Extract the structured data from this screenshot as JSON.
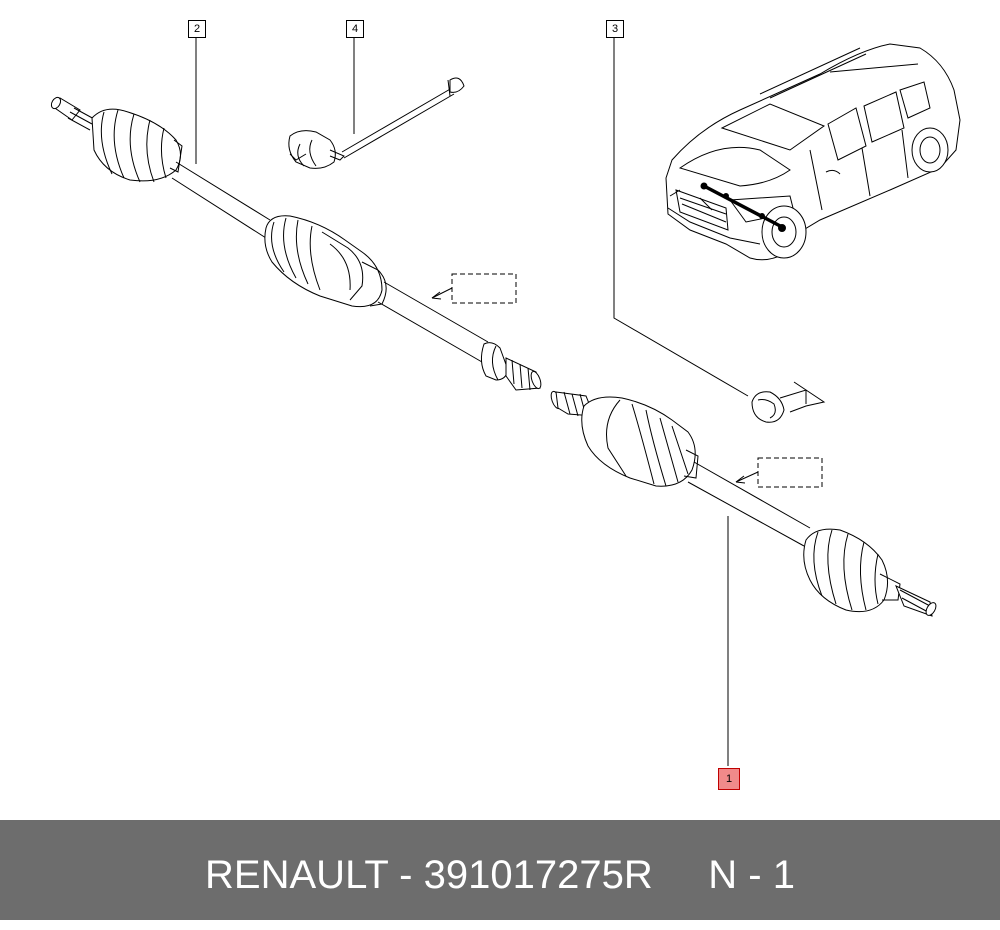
{
  "diagram": {
    "callouts": [
      {
        "id": "1",
        "label": "1",
        "highlighted": true
      },
      {
        "id": "2",
        "label": "2",
        "highlighted": false
      },
      {
        "id": "3",
        "label": "3",
        "highlighted": false
      },
      {
        "id": "4",
        "label": "4",
        "highlighted": false
      }
    ],
    "highlight_color": "#f08a8a",
    "line_color": "#000000"
  },
  "footer": {
    "text": "RENAULT - 391017275R     N - 1",
    "background": "#6d6d6d",
    "text_color": "#ffffff"
  }
}
